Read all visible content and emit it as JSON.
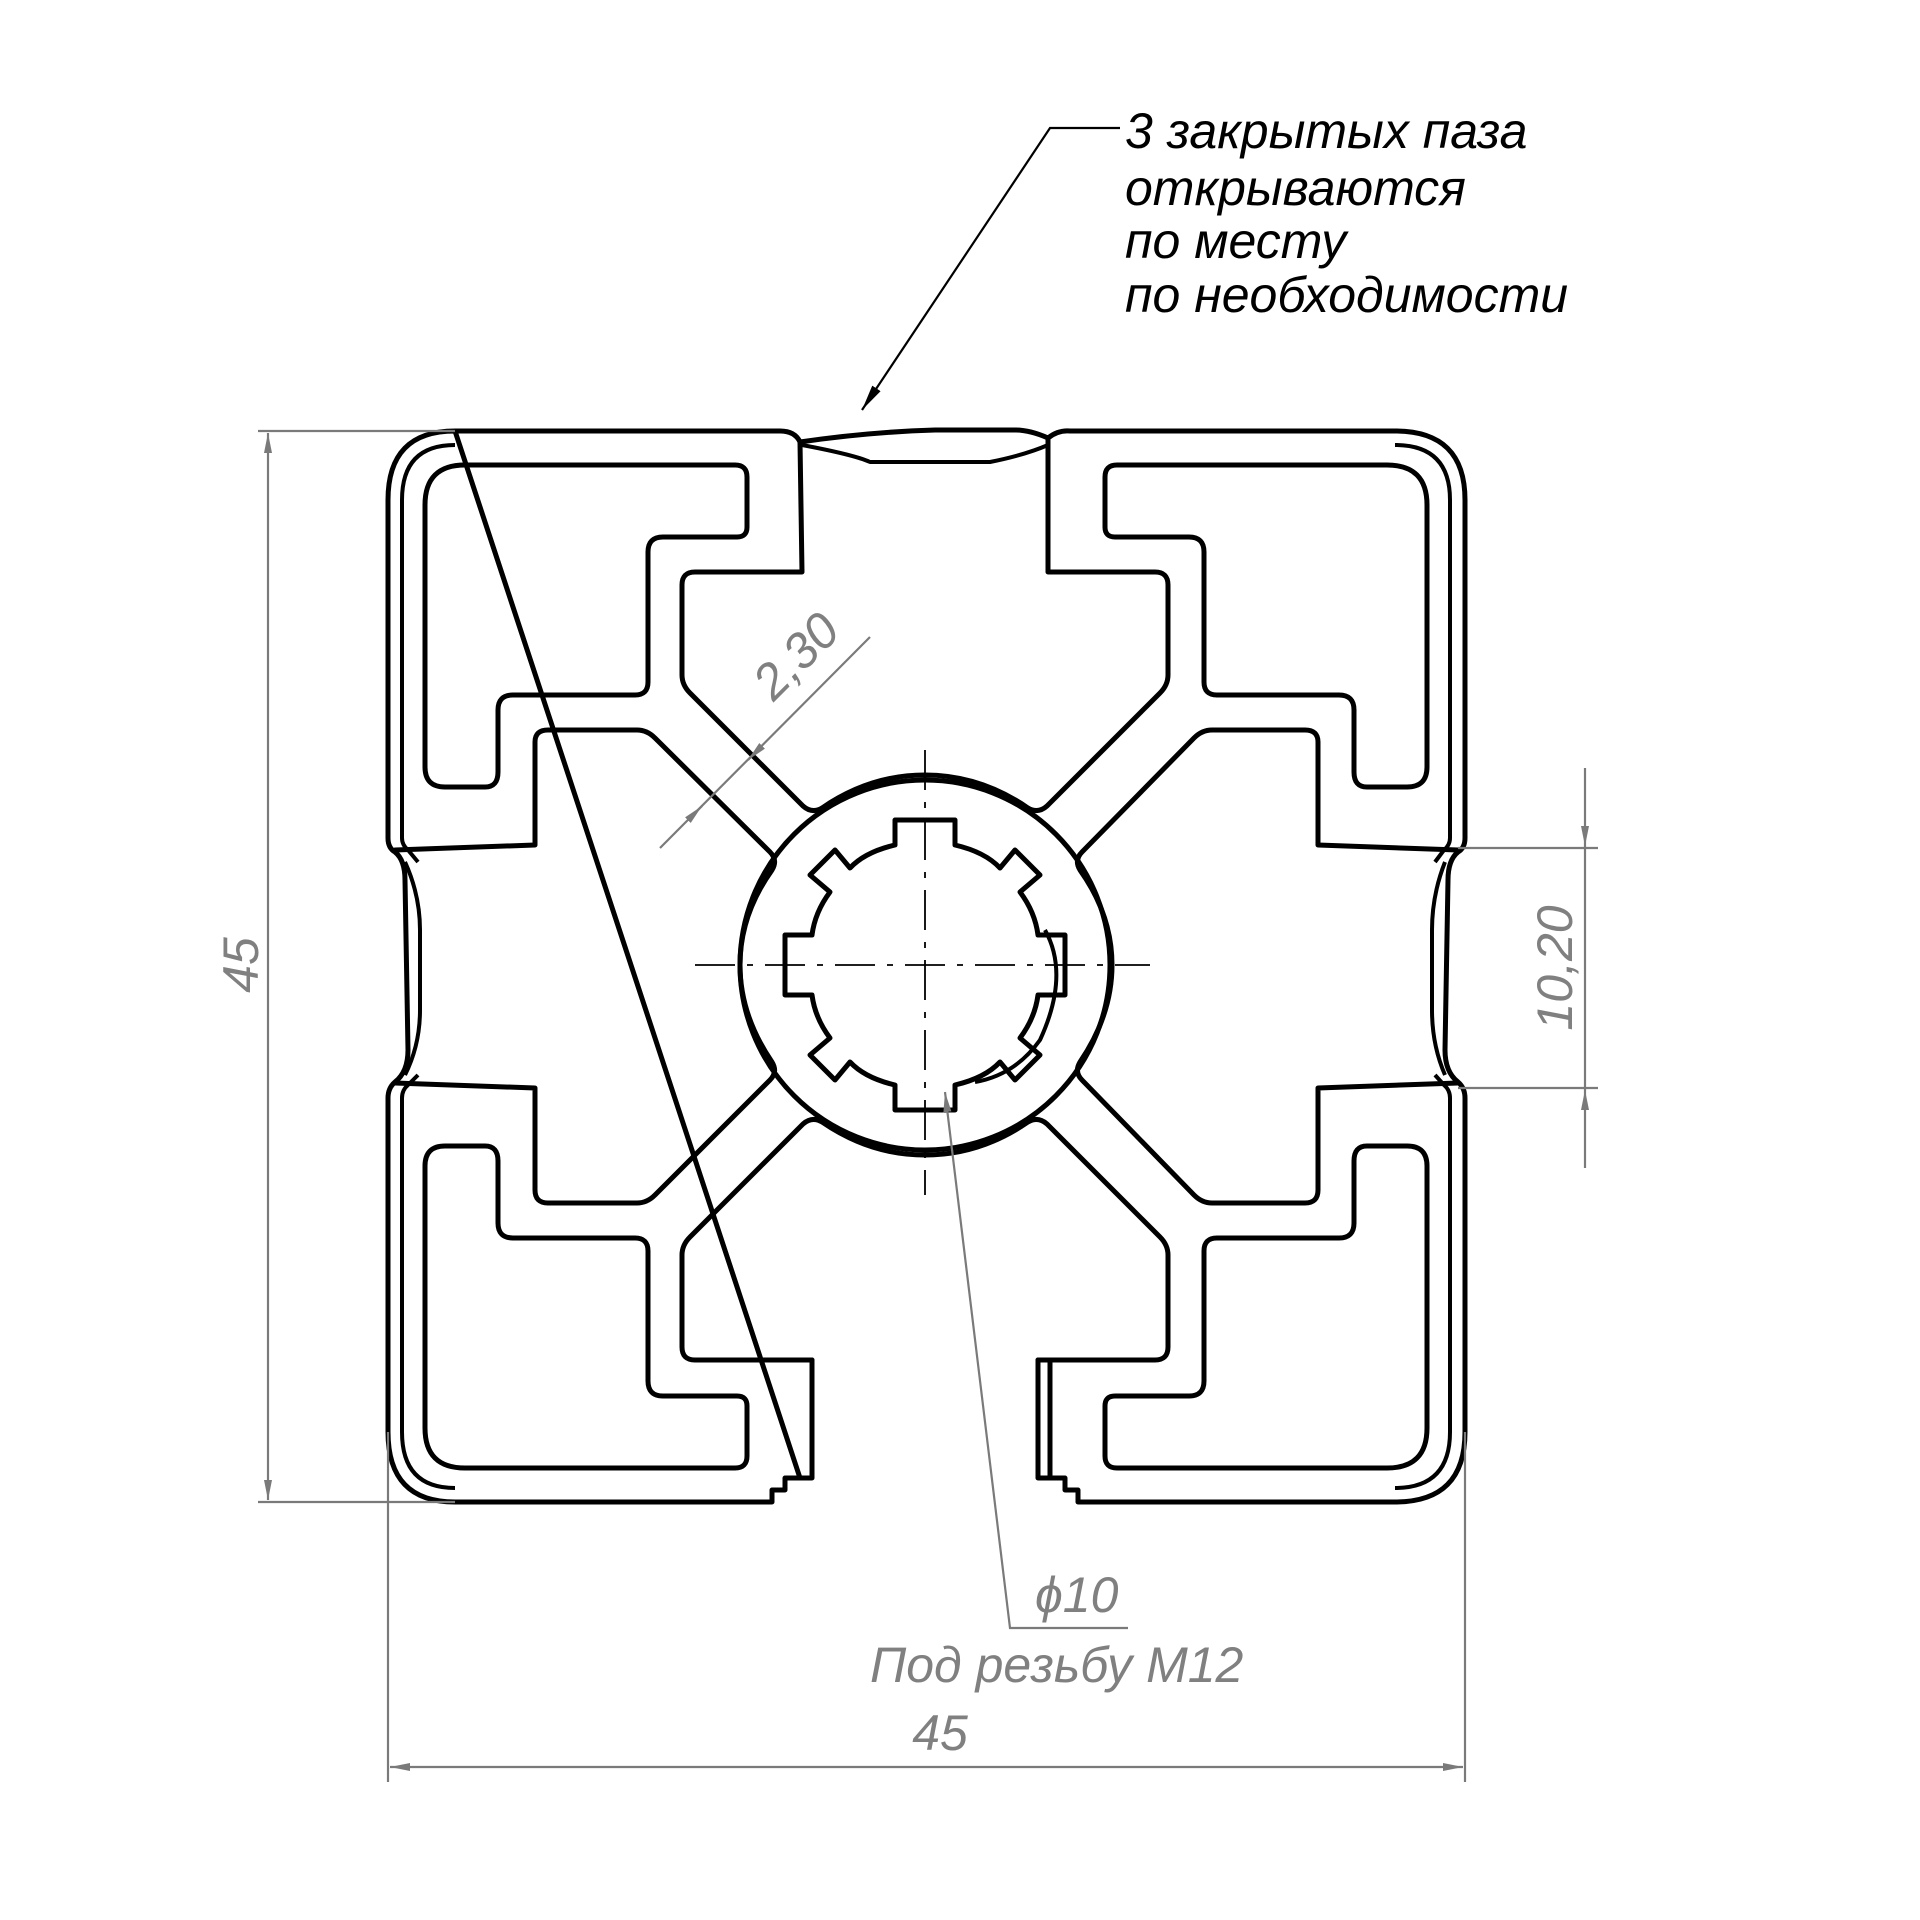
{
  "note": {
    "lines": [
      "3 закрытых паза",
      "открываются",
      "по месту",
      "по необходимости"
    ]
  },
  "dimensions": {
    "height": "45",
    "width": "45",
    "wall": "2,30",
    "slot": "10,20",
    "bore": "ϕ10",
    "bore_note": "Под резьбу М12"
  },
  "colors": {
    "outline": "#000000",
    "dimension": "#808080"
  }
}
